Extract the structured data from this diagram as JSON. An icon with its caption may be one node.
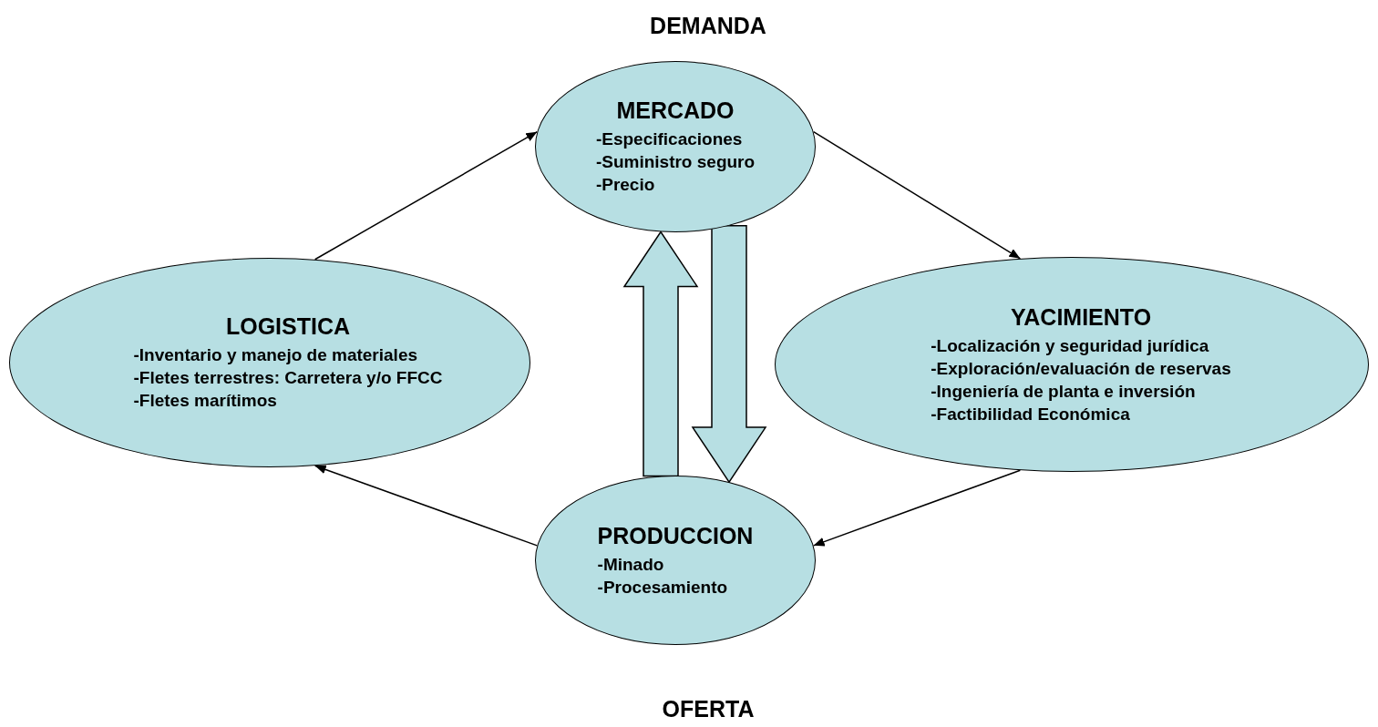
{
  "diagram": {
    "nodes": [
      {
        "text": [
          "MERCADO",
          "-Especificaciones",
          "-Suministro seguro",
          "-Precio"
        ]
      },
      {
        "text": [
          "LOGISTICA",
          "-Inventario y manejo de materiales",
          "-Fletes terrestres: Carretera y/o FFCC",
          "-Fletes marítimos"
        ]
      },
      {
        "text": [
          "YACIMIENTO",
          "-Localización y seguridad jurídica",
          "-Exploración/evaluación de reservas",
          "-Ingeniería de planta e inversión",
          "-Factibilidad Económica"
        ]
      },
      {
        "text": [
          "PRODUCCION",
          "-Minado",
          "-Procesamiento"
        ]
      }
    ],
    "edges": [
      {
        "from": 1,
        "to": 0,
        "arrow": "to"
      },
      {
        "from": 0,
        "to": 2,
        "arrow": "to"
      },
      {
        "from": 2,
        "to": 3,
        "arrow": "to"
      },
      {
        "from": 3,
        "to": 1,
        "arrow": "to"
      },
      {
        "from": 3,
        "to": 0,
        "arrow": "to",
        "style": "thick"
      },
      {
        "from": 0,
        "to": 3,
        "arrow": "to",
        "style": "thick"
      }
    ],
    "labels": [
      "DEMANDA",
      "OFERTA"
    ]
  }
}
